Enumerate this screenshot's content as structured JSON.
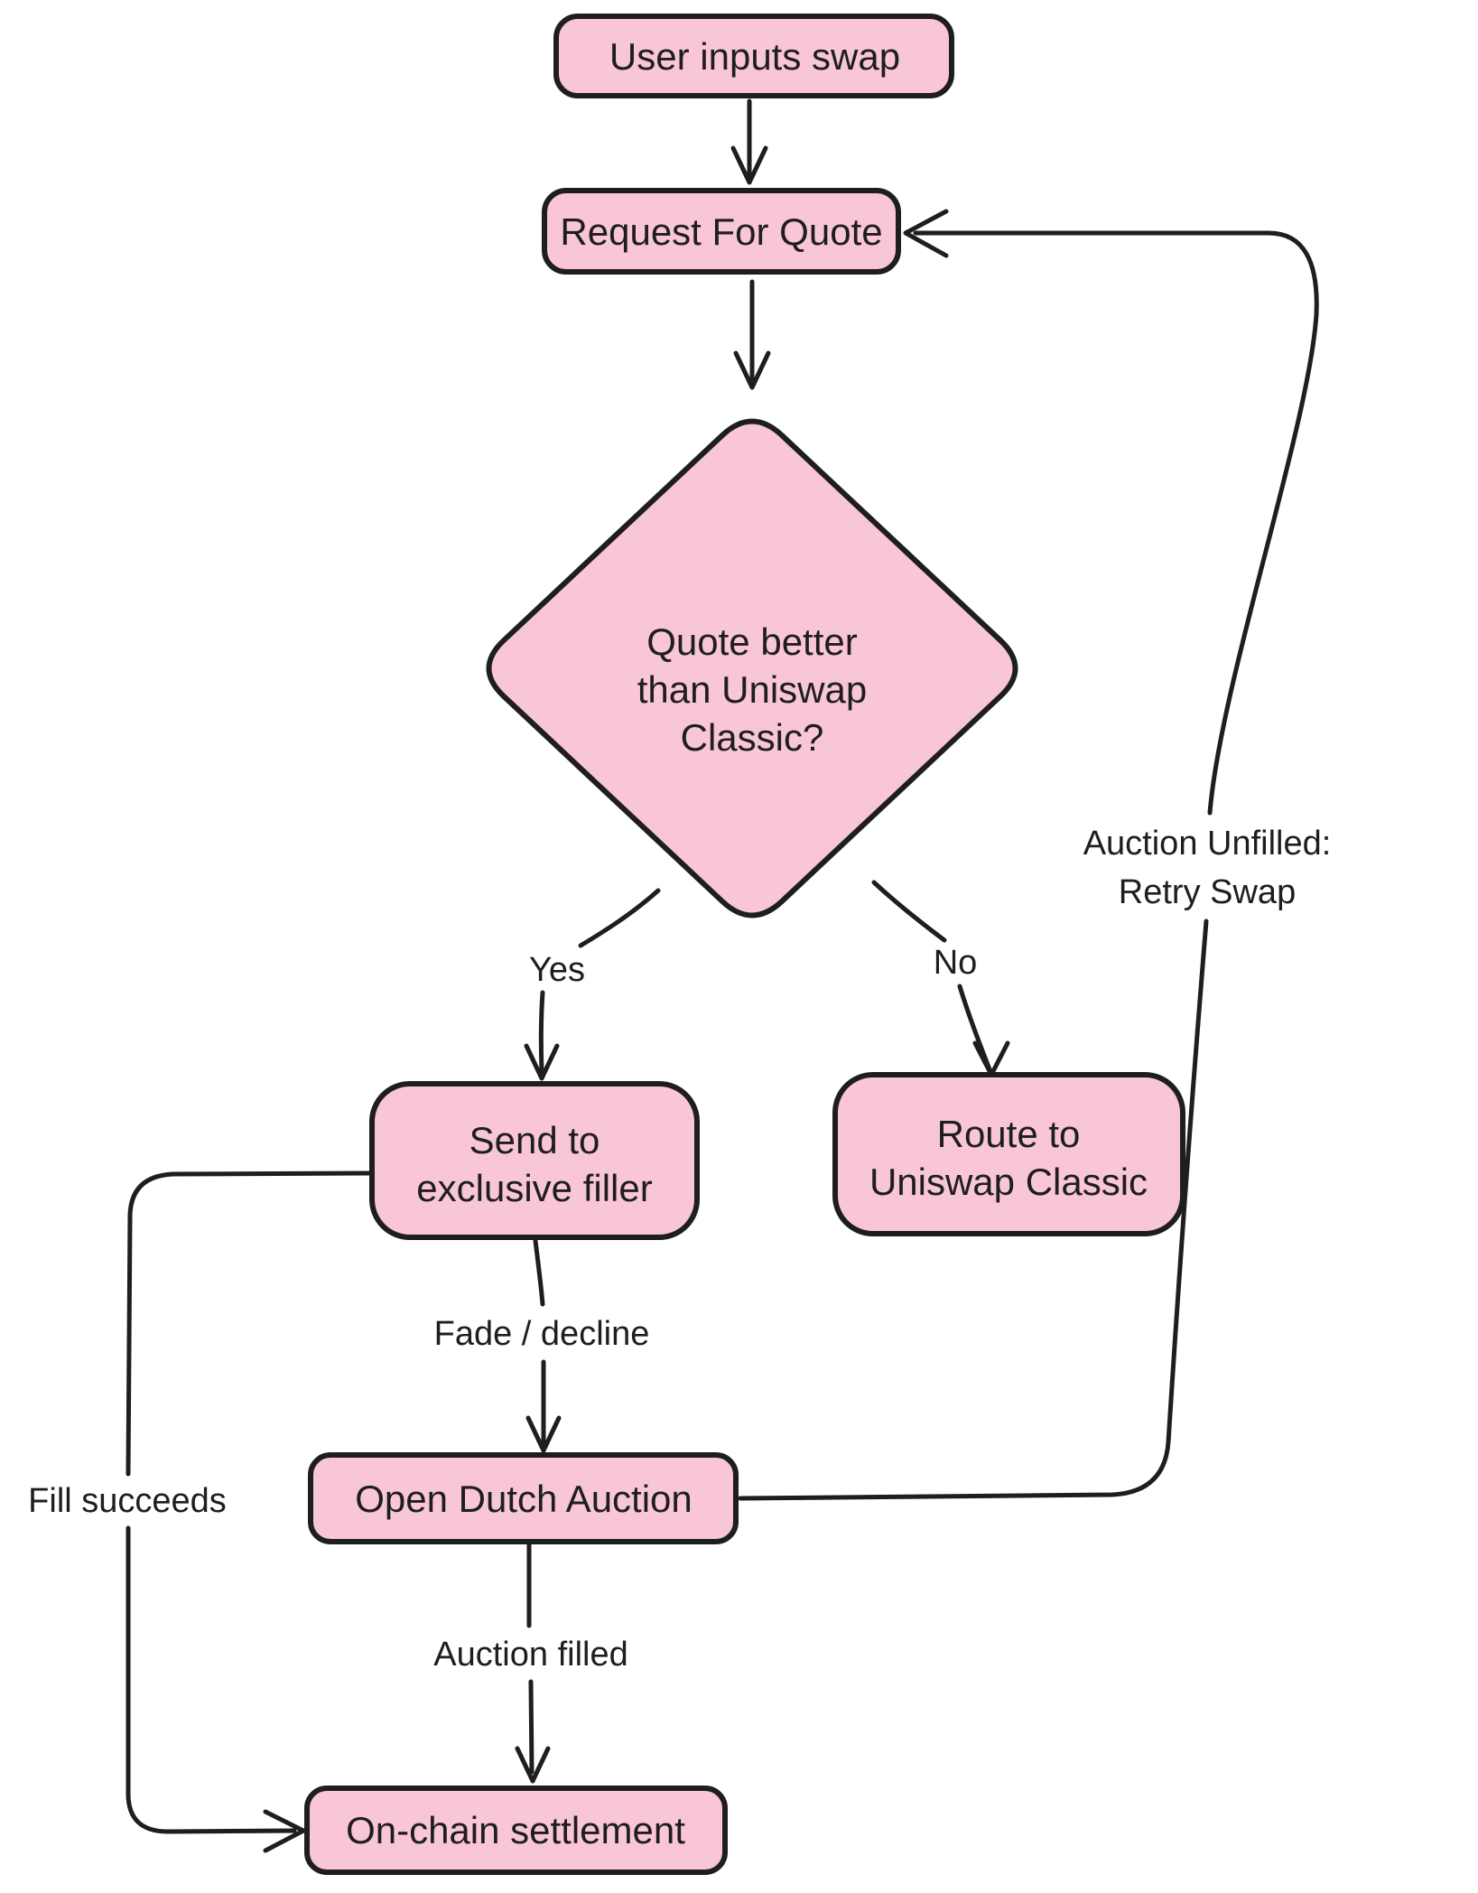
{
  "colors": {
    "background": "#ffffff",
    "node_fill": "#f9c6d9",
    "stroke": "#1e1e1e",
    "text": "#1e1e1e"
  },
  "nodes": {
    "user_input": {
      "label": "User inputs swap"
    },
    "request_for_quote": {
      "label": "Request For Quote"
    },
    "decision": {
      "lines": [
        "Quote better",
        "than Uniswap",
        "Classic?"
      ]
    },
    "exclusive_filler": {
      "lines": [
        "Send to",
        "exclusive filler"
      ]
    },
    "route_classic": {
      "lines": [
        "Route to",
        "Uniswap Classic"
      ]
    },
    "dutch_auction": {
      "label": "Open Dutch Auction"
    },
    "settlement": {
      "label": "On-chain settlement"
    }
  },
  "edges": {
    "yes": {
      "label": "Yes"
    },
    "no": {
      "label": "No"
    },
    "fade_decline": {
      "label": "Fade / decline"
    },
    "auction_filled": {
      "label": "Auction filled"
    },
    "fill_succeeds": {
      "label": "Fill succeeds"
    },
    "auction_unfilled": {
      "lines": [
        "Auction Unfilled:",
        "Retry Swap"
      ]
    }
  }
}
